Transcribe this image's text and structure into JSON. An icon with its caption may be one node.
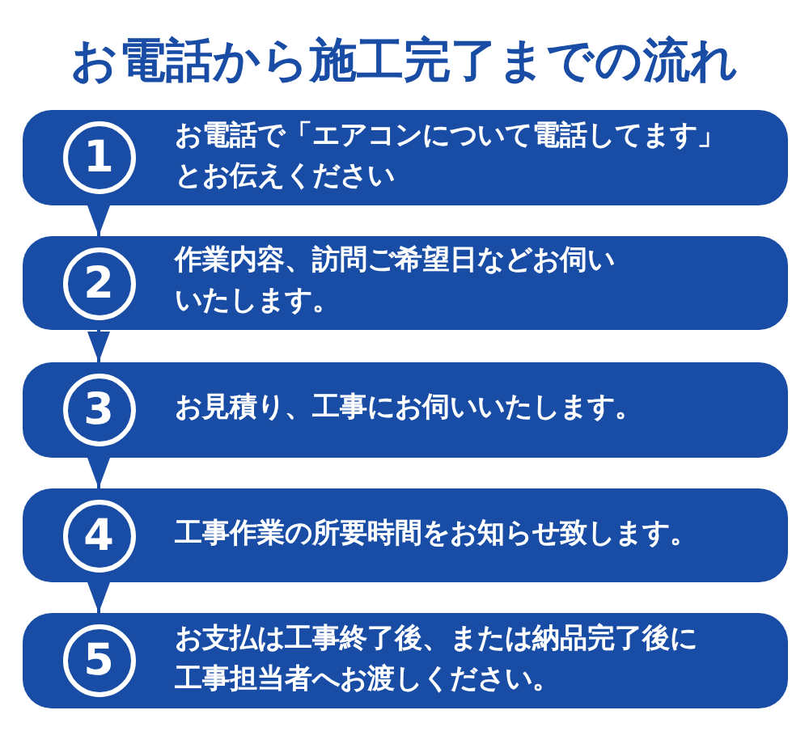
{
  "diagram": {
    "title": "お電話から施工完了までの流れ",
    "nodes": [
      {
        "text": [
          "1",
          "お電話で「エアコンについて電話してます」とお伝えください"
        ]
      },
      {
        "text": [
          "2",
          "作業内容、訪問ご希望日などお伺いいたします。"
        ]
      },
      {
        "text": [
          "3",
          "お見積り、工事にお伺いいたします。"
        ]
      },
      {
        "text": [
          "4",
          "工事作業の所要時間をお知らせ致します。"
        ]
      },
      {
        "text": [
          "5",
          "お支払は工事終了後、または納品完了後に工事担当者へお渡しください。"
        ]
      }
    ],
    "edges": [
      {
        "from": 0,
        "to": 1,
        "arrow": "to"
      },
      {
        "from": 1,
        "to": 2,
        "arrow": "to"
      },
      {
        "from": 2,
        "to": 3,
        "arrow": "to"
      },
      {
        "from": 3,
        "to": 4,
        "arrow": "to"
      }
    ]
  }
}
